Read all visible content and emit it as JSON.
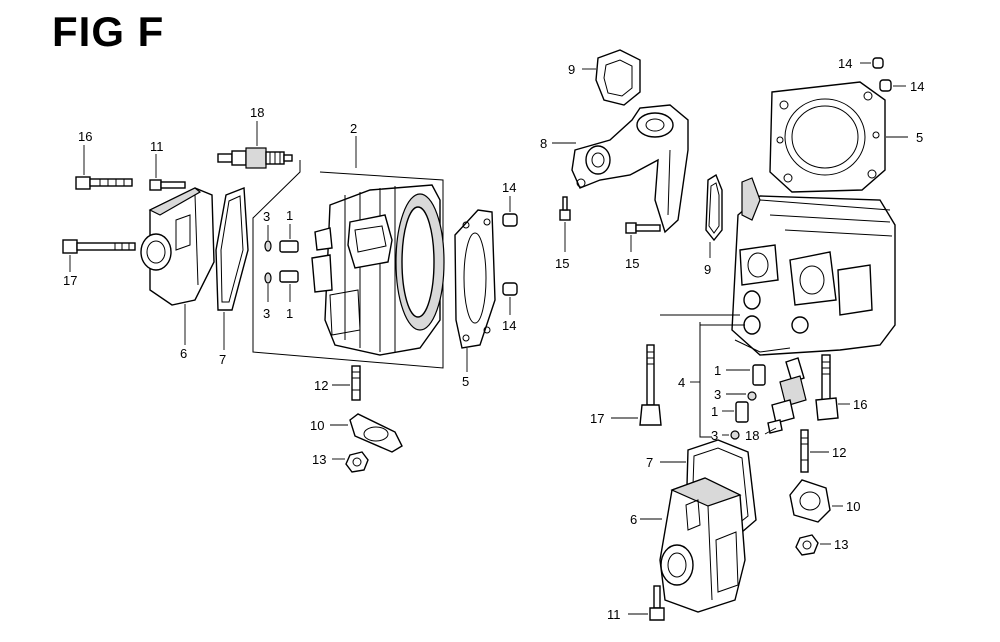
{
  "title": "FIG F",
  "labels": {
    "l1a": "1",
    "l1b": "1",
    "l1c": "1",
    "l1d": "1",
    "l2": "2",
    "l3a": "3",
    "l3b": "3",
    "l3c": "3",
    "l3d": "3",
    "l4": "4",
    "l5a": "5",
    "l5b": "5",
    "l6a": "6",
    "l6b": "6",
    "l7a": "7",
    "l7b": "7",
    "l8": "8",
    "l9a": "9",
    "l9b": "9",
    "l10a": "10",
    "l10b": "10",
    "l11a": "11",
    "l11b": "11",
    "l12a": "12",
    "l12b": "12",
    "l13a": "13",
    "l13b": "13",
    "l14a": "14",
    "l14b": "14",
    "l14c": "14",
    "l14d": "14",
    "l15a": "15",
    "l15b": "15",
    "l16a": "16",
    "l16b": "16",
    "l17a": "17",
    "l17b": "17",
    "l18a": "18",
    "l18b": "18"
  }
}
